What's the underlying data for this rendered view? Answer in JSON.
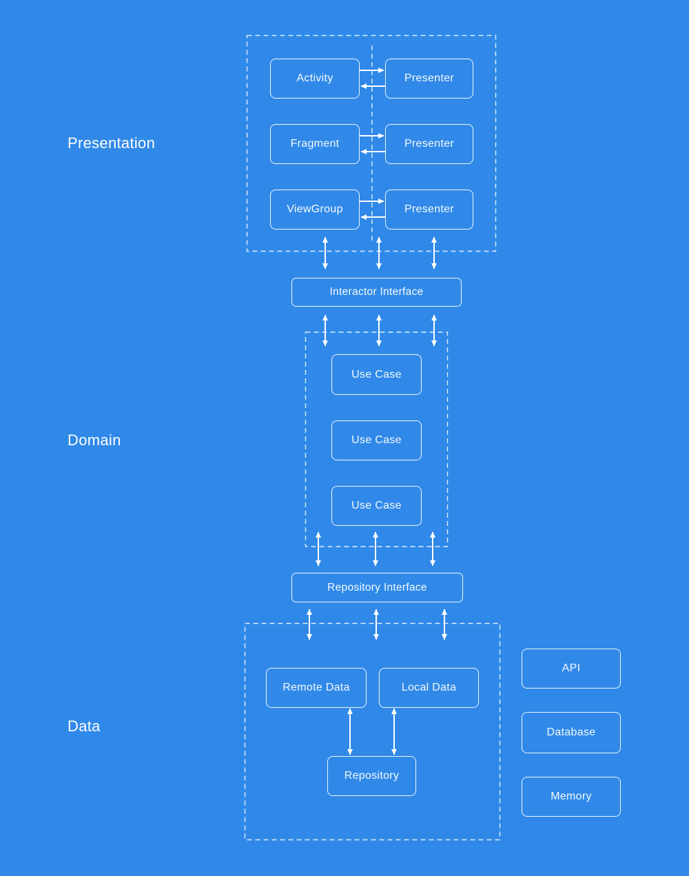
{
  "layers": {
    "presentation": {
      "label": "Presentation"
    },
    "domain": {
      "label": "Domain"
    },
    "data": {
      "label": "Data"
    }
  },
  "presentation_layer": {
    "pairs": [
      {
        "left": "Activity",
        "right": "Presenter"
      },
      {
        "left": "Fragment",
        "right": "Presenter"
      },
      {
        "left": "ViewGroup",
        "right": "Presenter"
      }
    ]
  },
  "interfaces": {
    "interactor": "Interactor Interface",
    "repository": "Repository Interface"
  },
  "domain_layer": {
    "use_cases": [
      "Use Case",
      "Use Case",
      "Use Case"
    ]
  },
  "data_layer": {
    "remote": "Remote Data",
    "local": "Local Data",
    "repository": "Repository"
  },
  "external_sources": [
    "API",
    "Database",
    "Memory"
  ],
  "colors": {
    "background": "#3089E8",
    "stroke": "#FFFFFF"
  }
}
